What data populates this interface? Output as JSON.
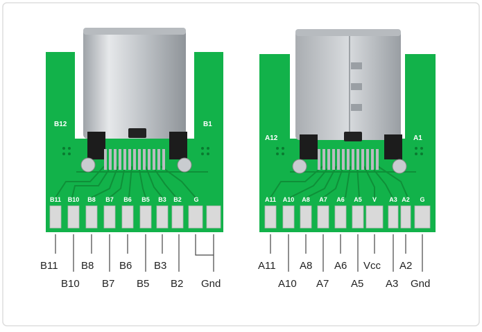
{
  "colors": {
    "board": "#12b24a",
    "board_dark": "#0e9a3e",
    "trace": "#0f8f38",
    "metal": "#c9ccd0",
    "pad": "#d9d9d9",
    "line": "#444444",
    "frame": "#dddddd"
  },
  "left_board": {
    "corner_top": "B12",
    "corner_right": "B1",
    "pad_labels": [
      "B11",
      "B10",
      "B8",
      "B7",
      "B6",
      "B5",
      "B3",
      "B2",
      "G"
    ],
    "pin_labels_upper": [
      "B11",
      "B8",
      "B6",
      "B3"
    ],
    "pin_labels_lower": [
      "B10",
      "B7",
      "B5",
      "B2",
      "Gnd"
    ]
  },
  "right_board": {
    "corner_top": "A12",
    "corner_right": "A1",
    "pad_labels": [
      "A11",
      "A10",
      "A8",
      "A7",
      "A6",
      "A5",
      "V",
      "A3",
      "A2",
      "G"
    ],
    "pin_labels_upper": [
      "A11",
      "A8",
      "A6",
      "Vcc",
      "A2"
    ],
    "pin_labels_lower": [
      "A10",
      "A7",
      "A5",
      "A3",
      "Gnd"
    ]
  }
}
